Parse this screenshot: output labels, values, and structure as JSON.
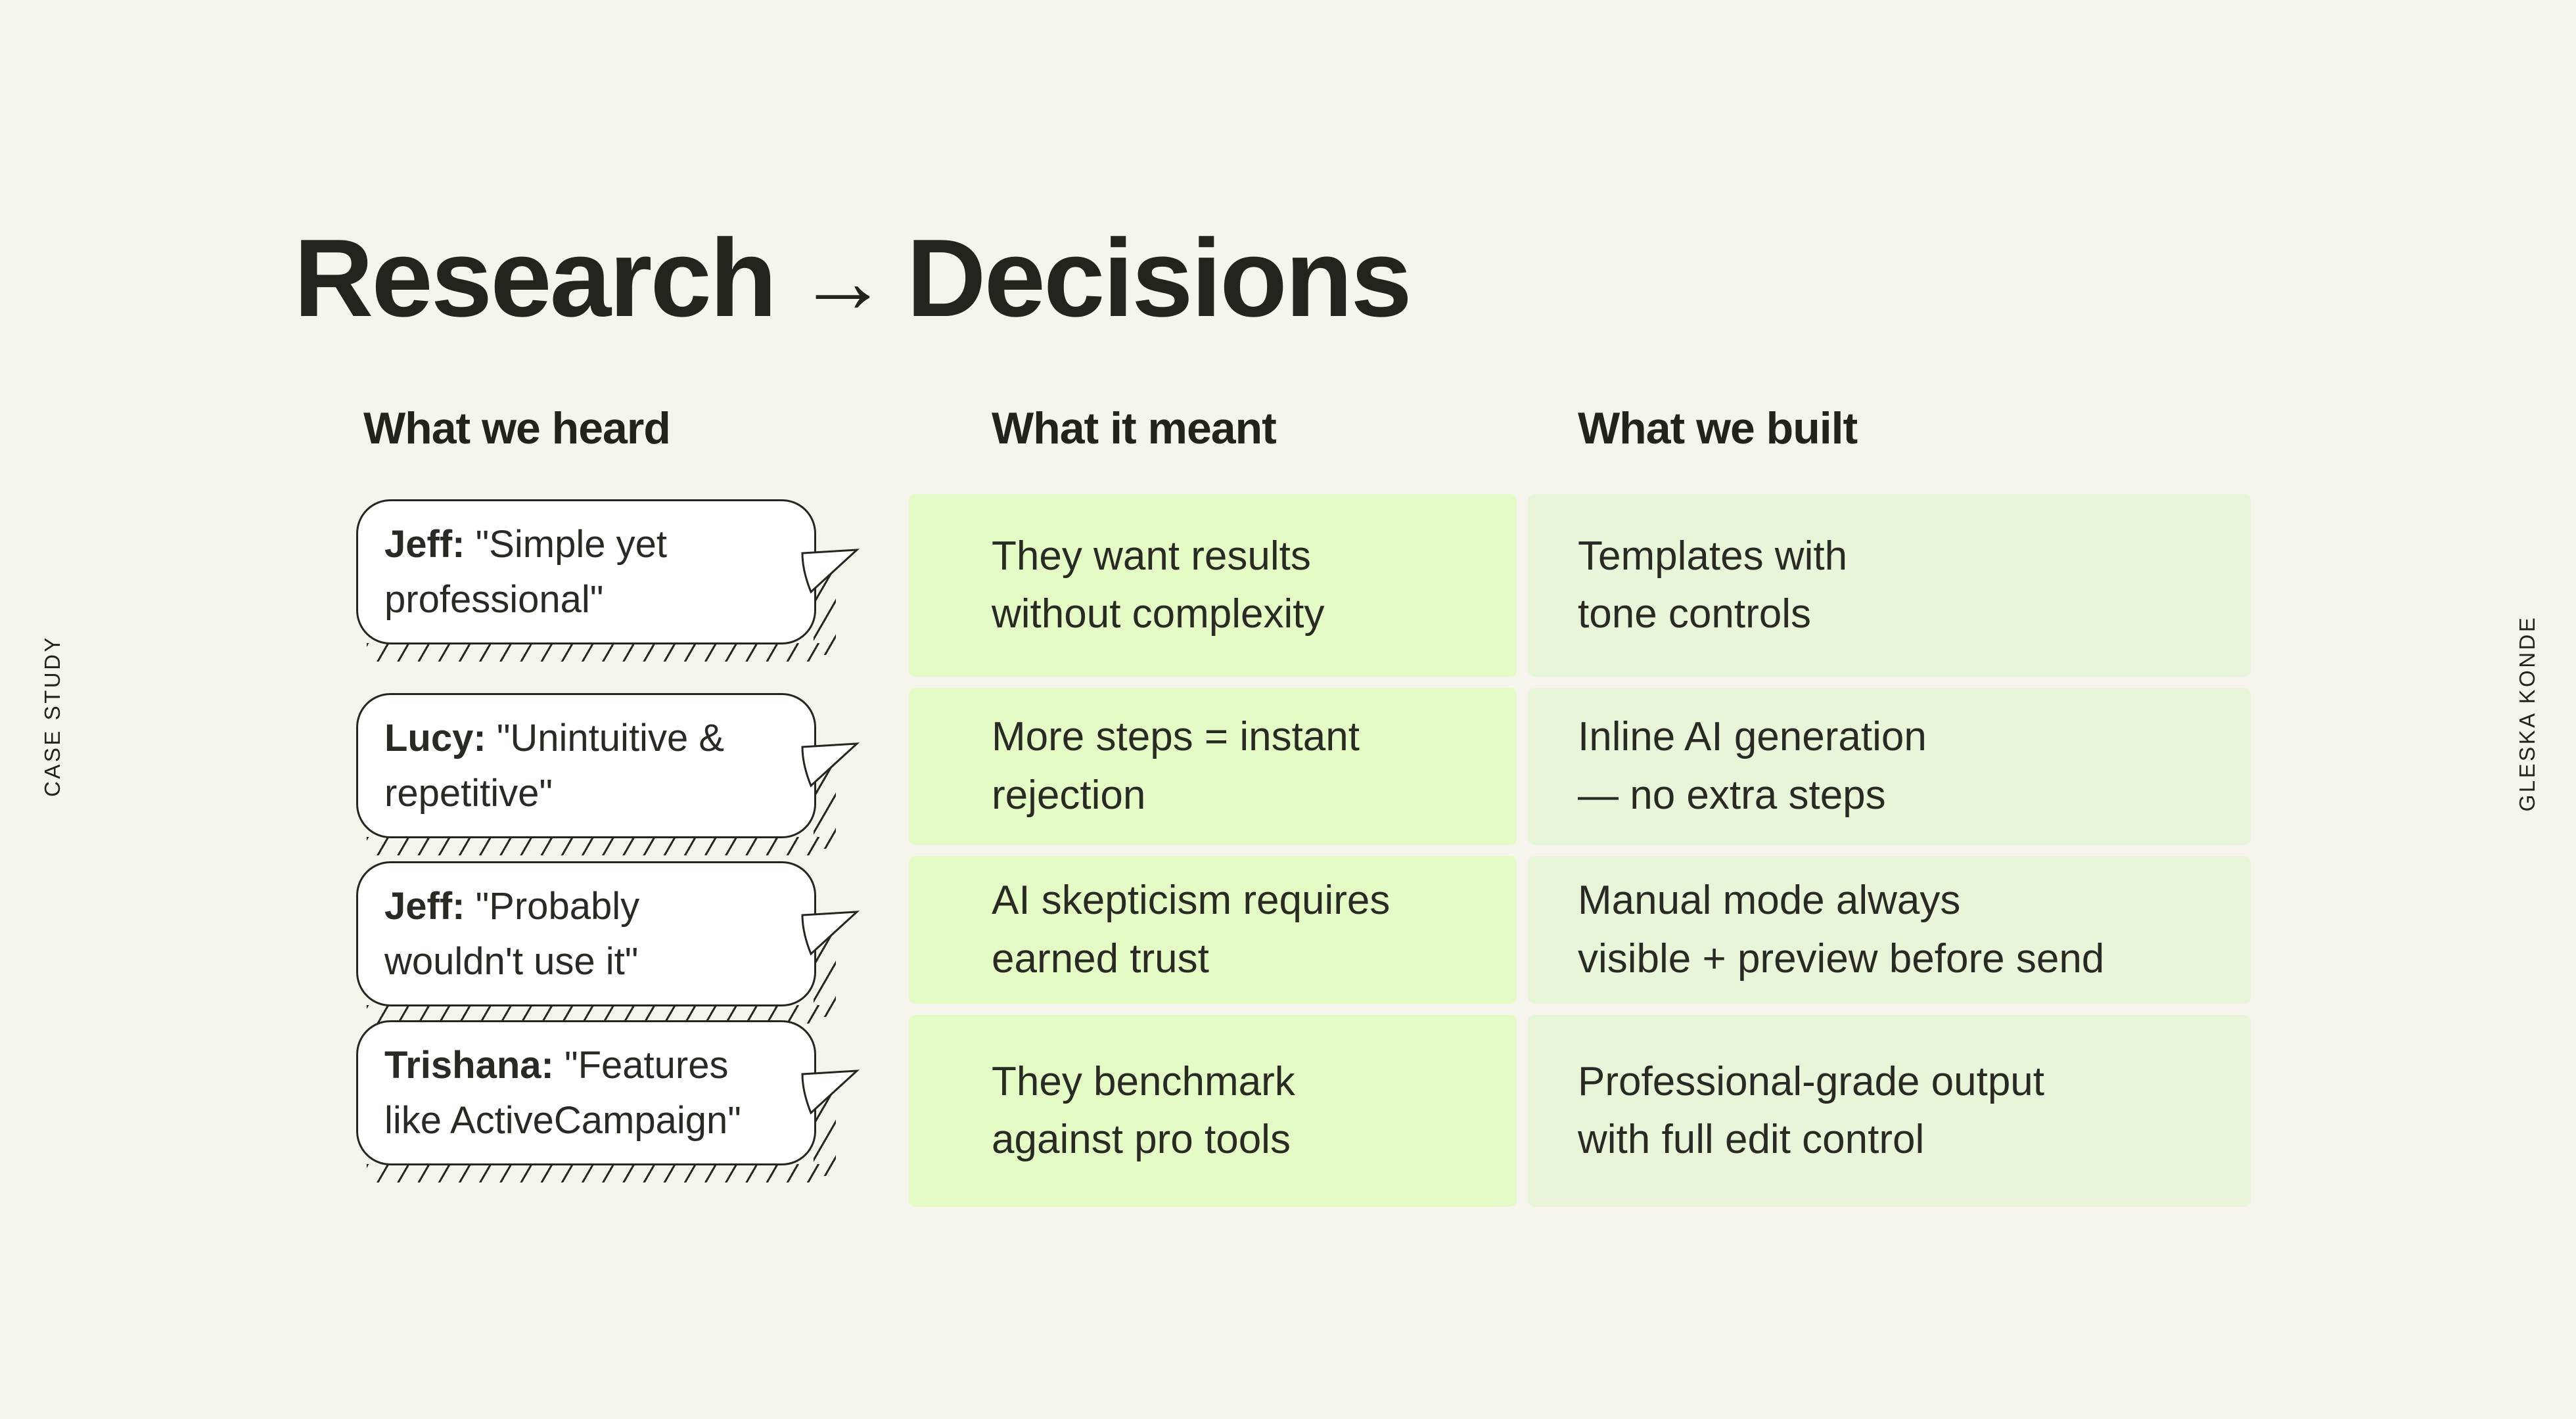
{
  "page": {
    "background": "#f5f5ee",
    "ink": "#23231e",
    "bubble_border": "#26261f",
    "meant_box_color": "#e5fbc6",
    "built_box_color": "#e9f5d9"
  },
  "side_labels": {
    "left": "CASE STUDY",
    "right": "GLESKA KONDE"
  },
  "title": {
    "part1": "Research",
    "arrow": "→",
    "part2": "Decisions"
  },
  "columns": {
    "heard_header": "What we heard",
    "meant_header": "What it meant",
    "built_header": "What we built"
  },
  "rows": [
    {
      "speaker": "Jeff:",
      "quote": "\"Simple yet professional\"",
      "meant": "They want results\nwithout complexity",
      "built": "Templates with\ntone controls"
    },
    {
      "speaker": "Lucy:",
      "quote": "\"Unintuitive & repetitive\"",
      "meant": "More steps = instant\nrejection",
      "built": "Inline AI generation\n— no extra steps"
    },
    {
      "speaker": "Jeff:",
      "quote": "\"Probably wouldn't use it\"",
      "meant": "AI skepticism requires\nearned trust",
      "built": "Manual mode always\nvisible + preview before send"
    },
    {
      "speaker": "Trishana:",
      "quote": "\"Features like ActiveCampaign\"",
      "meant": "They benchmark\nagainst pro tools",
      "built": "Professional-grade output\nwith full edit control"
    }
  ]
}
